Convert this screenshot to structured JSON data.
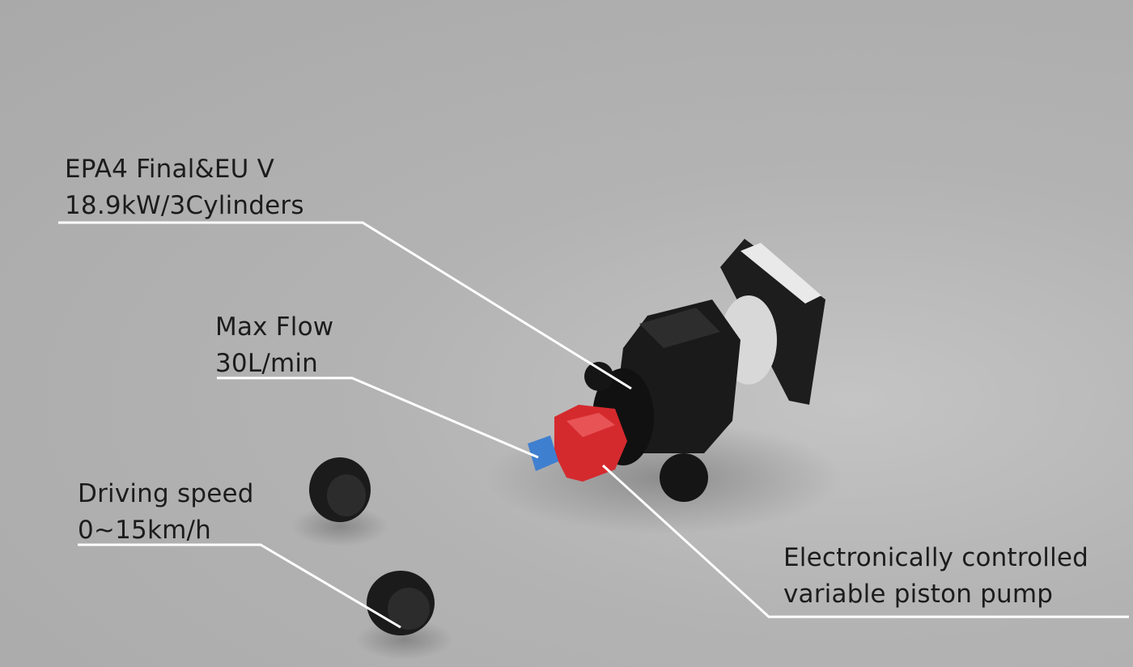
{
  "callouts": {
    "engine": {
      "line1": "EPA4 Final&EU V",
      "line2": "18.9kW/3Cylinders"
    },
    "flow": {
      "line1": "Max Flow",
      "line2": "30L/min"
    },
    "speed": {
      "line1": "Driving speed",
      "line2": "0~15km/h"
    },
    "pump": {
      "line1": "Electronically controlled",
      "line2": "variable piston pump"
    }
  },
  "colors": {
    "background": "#b3b3b3",
    "pump": "#d42a2e",
    "motor": "#3f7fd0",
    "line": "#ffffff"
  }
}
